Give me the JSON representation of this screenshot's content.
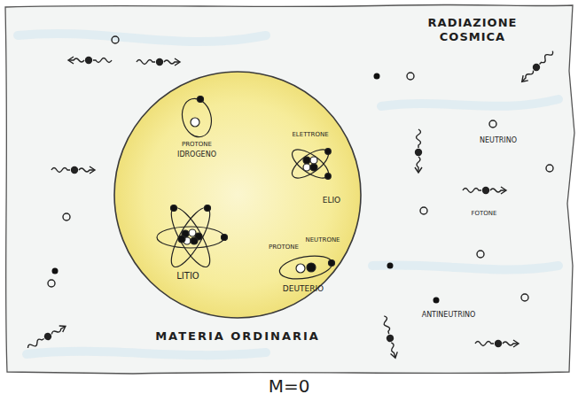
{
  "diagram": {
    "caption": "M=0",
    "nodes": [
      {
        "text": [
          "RADIAZIONE COSMICA"
        ]
      },
      {
        "text": [
          "MATERIA ORDINARIA"
        ],
        "in": 0
      }
    ],
    "labels": [
      "PROTONE",
      "IDROGENO",
      "ELETTRONE",
      "ELIO",
      "LITIO",
      "PROTONE",
      "NEUTRONE",
      "DEUTERIO",
      "NEUTRINO",
      "FOTONE",
      "ANTINEUTRINO"
    ]
  }
}
